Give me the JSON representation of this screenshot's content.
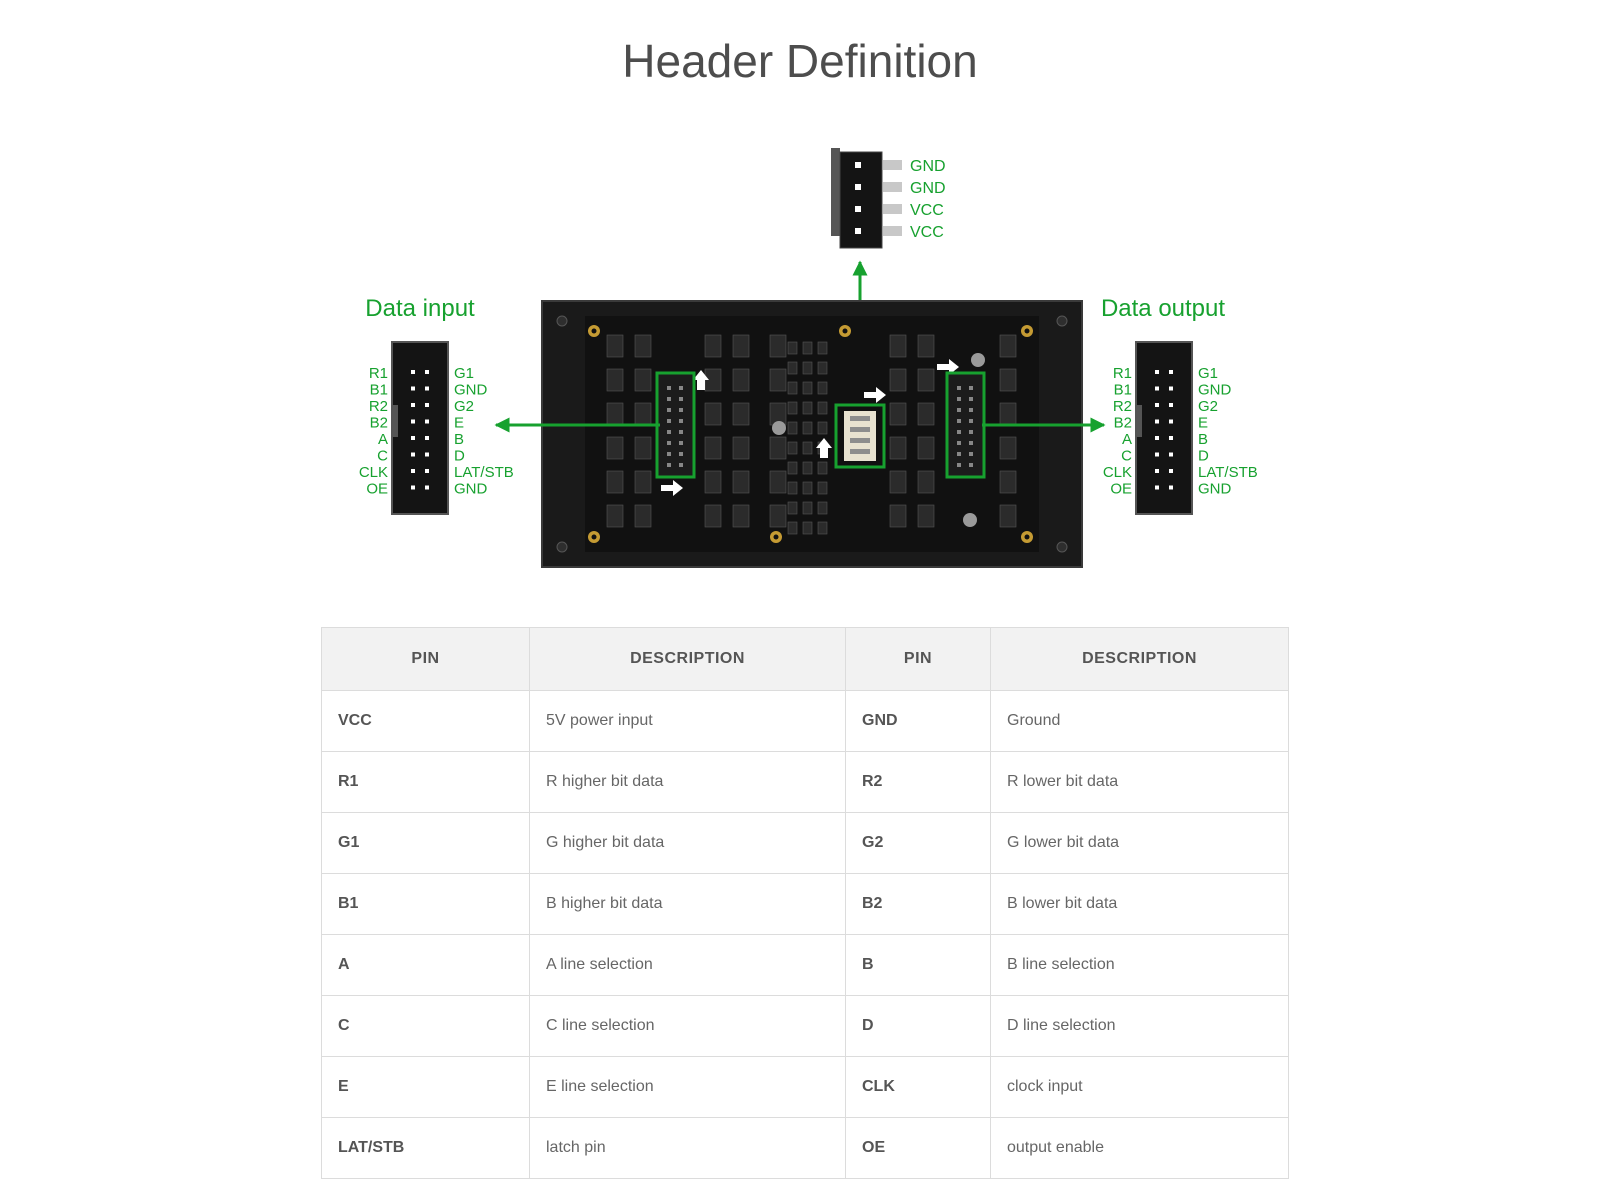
{
  "title": "Header Definition",
  "colors": {
    "green": "#17a12f",
    "board": "#1a1a1a",
    "header": "#141414",
    "pin_gray": "#c8c8c8"
  },
  "power_header": {
    "pins": [
      "GND",
      "GND",
      "VCC",
      "VCC"
    ]
  },
  "data_input": {
    "heading": "Data input",
    "left_pins": [
      "R1",
      "B1",
      "R2",
      "B2",
      "A",
      "C",
      "CLK",
      "OE"
    ],
    "right_pins": [
      "G1",
      "GND",
      "G2",
      "E",
      "B",
      "D",
      "LAT/STB",
      "GND"
    ]
  },
  "data_output": {
    "heading": "Data output",
    "left_pins": [
      "R1",
      "B1",
      "R2",
      "B2",
      "A",
      "C",
      "CLK",
      "OE"
    ],
    "right_pins": [
      "G1",
      "GND",
      "G2",
      "E",
      "B",
      "D",
      "LAT/STB",
      "GND"
    ]
  },
  "table": {
    "headers": [
      "PIN",
      "DESCRIPTION",
      "PIN",
      "DESCRIPTION"
    ],
    "rows": [
      [
        "VCC",
        "5V power input",
        "GND",
        "Ground"
      ],
      [
        "R1",
        "R higher bit data",
        "R2",
        "R lower bit data"
      ],
      [
        "G1",
        "G higher bit data",
        "G2",
        "G lower bit data"
      ],
      [
        "B1",
        "B higher bit data",
        "B2",
        "B lower bit data"
      ],
      [
        "A",
        "A line selection",
        "B",
        "B line selection"
      ],
      [
        "C",
        "C line selection",
        "D",
        "D line selection"
      ],
      [
        "E",
        "E line selection",
        "CLK",
        "clock input"
      ],
      [
        "LAT/STB",
        "latch pin",
        "OE",
        "output enable"
      ]
    ]
  }
}
